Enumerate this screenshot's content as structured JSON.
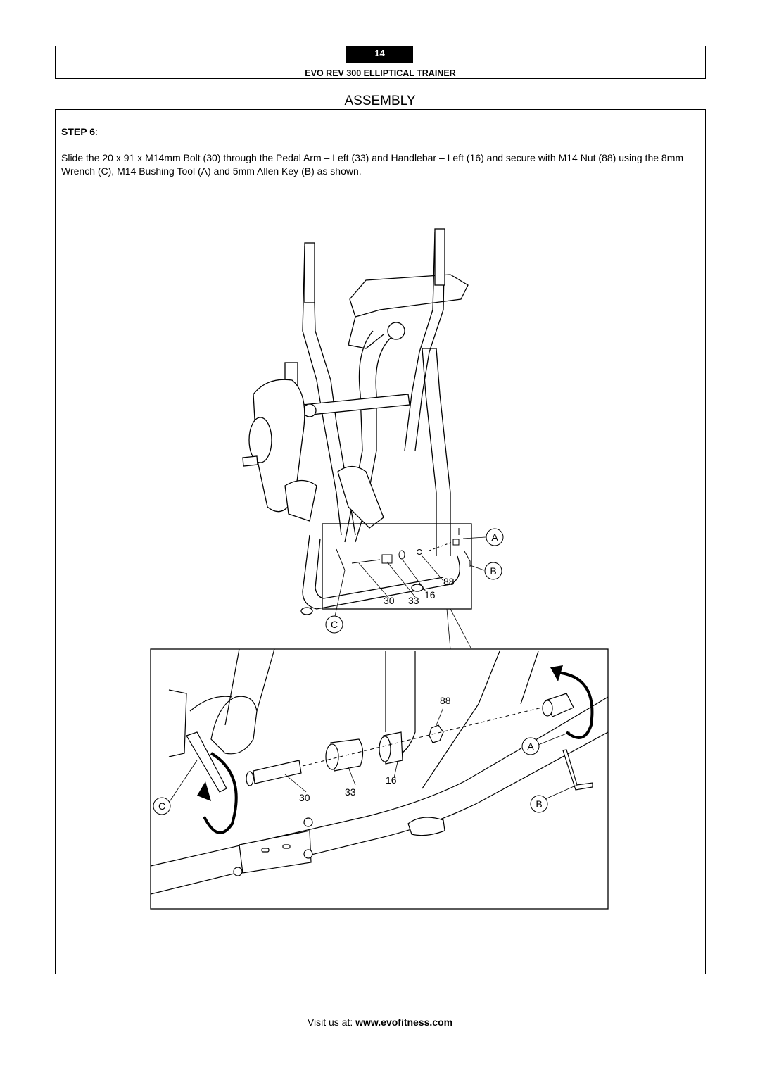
{
  "header": {
    "page_number": "14",
    "document_title": "EVO REV 300 ELLIPTICAL TRAINER"
  },
  "section_heading": "ASSEMBLY",
  "step": {
    "label": "STEP 6",
    "colon": ":",
    "instructions": "Slide the 20 x 91 x M14mm Bolt (30) through the Pedal Arm – Left (33) and Handlebar – Left (16) and secure with M14 Nut (88) using the 8mm Wrench (C), M14 Bushing Tool (A) and 5mm Allen Key (B) as shown."
  },
  "figure": {
    "overview_callouts": {
      "a": "A",
      "b": "B",
      "c": "C",
      "n88": "88",
      "n30": "30",
      "n33": "33",
      "n16": "16"
    },
    "detail_callouts": {
      "n88": "88",
      "a": "A",
      "n16": "16",
      "n33": "33",
      "n30": "30",
      "c": "C",
      "b": "B"
    }
  },
  "footer": {
    "prefix": "Visit us at: ",
    "url": "www.evofitness.com"
  }
}
